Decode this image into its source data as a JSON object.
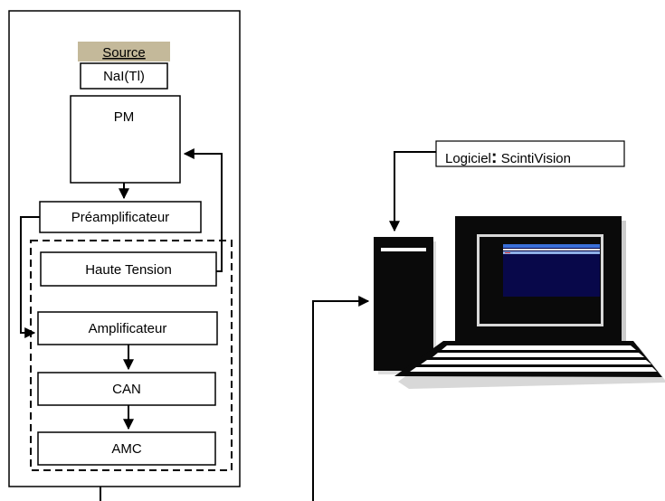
{
  "diagram": {
    "source_label": "Source",
    "detector_label": "NaI(Tl)",
    "pm_label": "PM",
    "preamp_label": "Préamplificateur",
    "hv_label": "Haute Tension",
    "amp_label": "Amplificateur",
    "can_label": "CAN",
    "amc_label": "AMC",
    "software_label_prefix": "Logiciel",
    "software_label_colon": ":",
    "software_label_name": " ScintiVision"
  },
  "colors": {
    "source_fill": "#c4b99a",
    "screen_fill": "#08084a",
    "window_bar": "#3a6fd8"
  }
}
